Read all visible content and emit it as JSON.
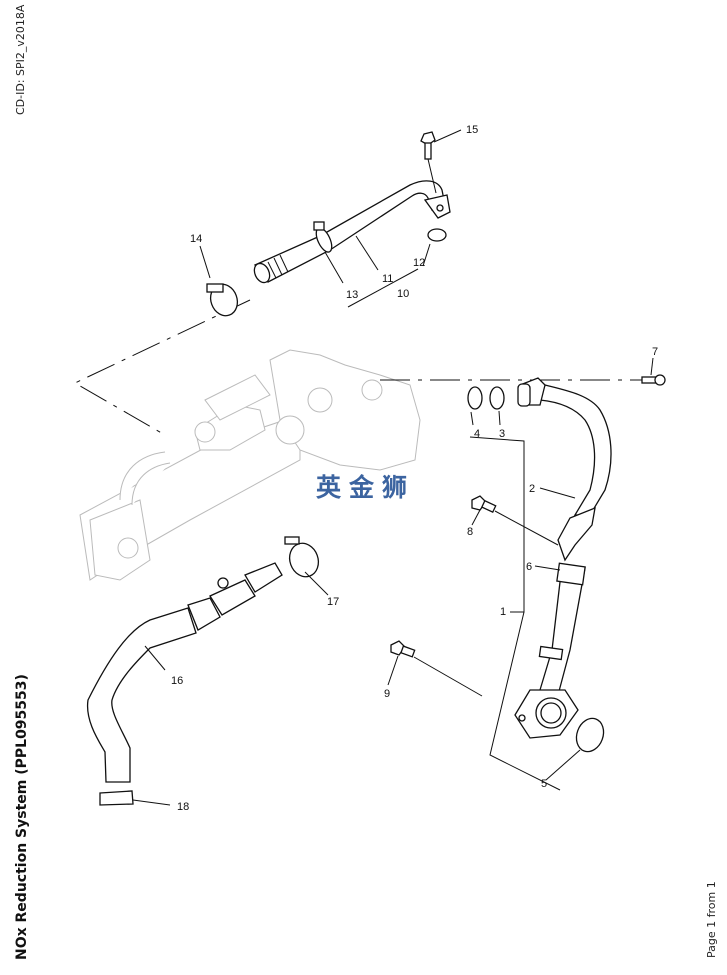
{
  "header": {
    "cd_id": "CD-ID: SPI2_v2018A"
  },
  "title": "NOx Reduction System (PPL095553)",
  "footer": {
    "page": "Page 1 from 1"
  },
  "watermark": "英金狮",
  "callouts": [
    {
      "id": "1",
      "label": "1"
    },
    {
      "id": "2",
      "label": "2"
    },
    {
      "id": "3",
      "label": "3"
    },
    {
      "id": "4",
      "label": "4"
    },
    {
      "id": "5",
      "label": "5"
    },
    {
      "id": "6",
      "label": "6"
    },
    {
      "id": "7",
      "label": "7"
    },
    {
      "id": "8",
      "label": "8"
    },
    {
      "id": "9",
      "label": "9"
    },
    {
      "id": "10",
      "label": "10"
    },
    {
      "id": "11",
      "label": "11"
    },
    {
      "id": "12",
      "label": "12"
    },
    {
      "id": "13",
      "label": "13"
    },
    {
      "id": "14",
      "label": "14"
    },
    {
      "id": "15",
      "label": "15"
    },
    {
      "id": "16",
      "label": "16"
    },
    {
      "id": "17",
      "label": "17"
    },
    {
      "id": "18",
      "label": "18"
    }
  ]
}
